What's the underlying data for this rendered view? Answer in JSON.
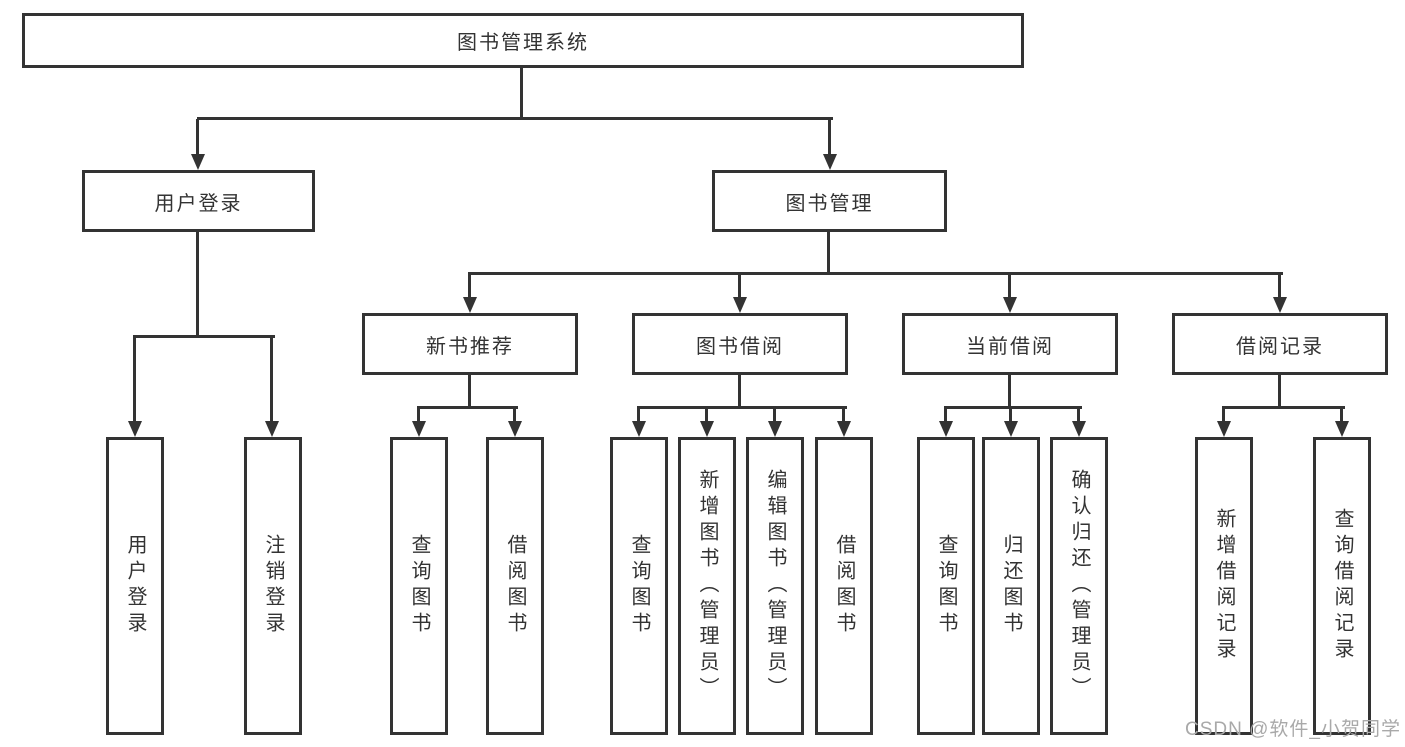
{
  "diagram": {
    "title": "图书管理系统",
    "root": {
      "label": "图书管理系统"
    },
    "level2": [
      {
        "id": "user-login",
        "label": "用户登录"
      },
      {
        "id": "book-management",
        "label": "图书管理"
      }
    ],
    "level3": [
      {
        "id": "new-book-recommend",
        "label": "新书推荐"
      },
      {
        "id": "book-borrow",
        "label": "图书借阅"
      },
      {
        "id": "current-borrow",
        "label": "当前借阅"
      },
      {
        "id": "borrow-records",
        "label": "借阅记录"
      }
    ],
    "leaves": {
      "user_login": [
        "用户登录",
        "注销登录"
      ],
      "new_book_recommend": [
        "查询图书",
        "借阅图书"
      ],
      "book_borrow": [
        "查询图书",
        "新增图书（管理员）",
        "编辑图书（管理员）",
        "借阅图书"
      ],
      "current_borrow": [
        "查询图书",
        "归还图书",
        "确认归还（管理员）"
      ],
      "borrow_records": [
        "新增借阅记录",
        "查询借阅记录"
      ]
    },
    "colors": {
      "line": "#333333",
      "box_border": "#333333",
      "text": "#333333",
      "watermark": "#a9a9a9"
    },
    "watermark": "CSDN @软件_小贺同学"
  }
}
